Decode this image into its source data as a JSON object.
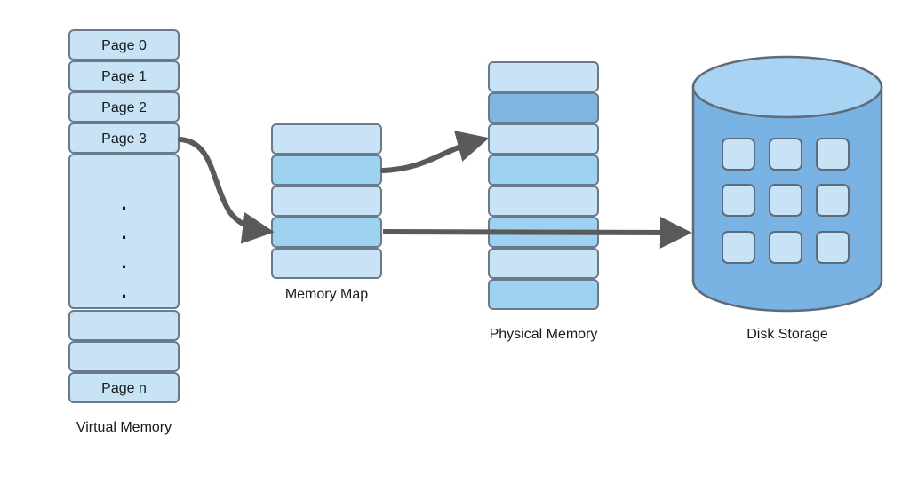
{
  "colors": {
    "cell_light": "#c7e3f5",
    "cell_medium": "#9dd3f0",
    "cell_dark": "#7fb6e0",
    "cell_border": "#6b7a8b",
    "arrow": "#5a5a5a",
    "cylinder_body": "#79b3e3",
    "cylinder_top": "#a9d3f2",
    "cylinder_tile": "#c7e3f5"
  },
  "virtual_memory": {
    "caption": "Virtual Memory",
    "page_0": "Page 0",
    "page_1": "Page 1",
    "page_2": "Page 2",
    "page_3": "Page 3",
    "page_n": "Page n",
    "ellipsis": "."
  },
  "memory_map": {
    "caption": "Memory Map"
  },
  "physical_memory": {
    "caption": "Physical Memory"
  },
  "disk_storage": {
    "caption": "Disk Storage"
  }
}
